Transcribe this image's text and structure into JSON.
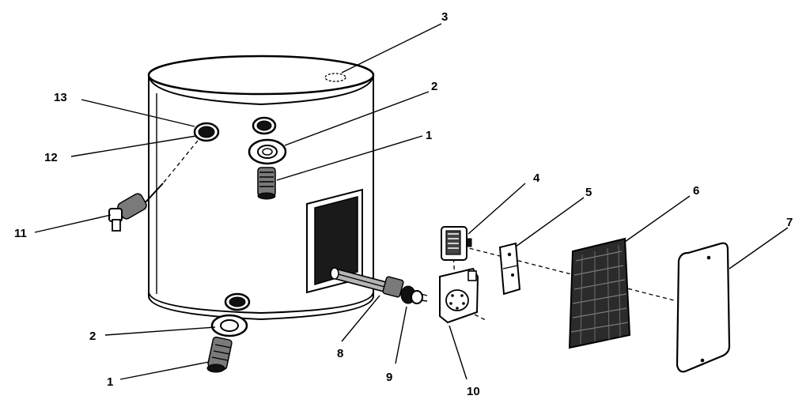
{
  "diagram": {
    "callouts": {
      "c1_top": "1",
      "c1_bottom": "1",
      "c2_top": "2",
      "c2_bottom": "2",
      "c3": "3",
      "c4": "4",
      "c5": "5",
      "c6": "6",
      "c7": "7",
      "c8": "8",
      "c9": "9",
      "c10": "10",
      "c11": "11",
      "c12": "12",
      "c13": "13"
    }
  }
}
